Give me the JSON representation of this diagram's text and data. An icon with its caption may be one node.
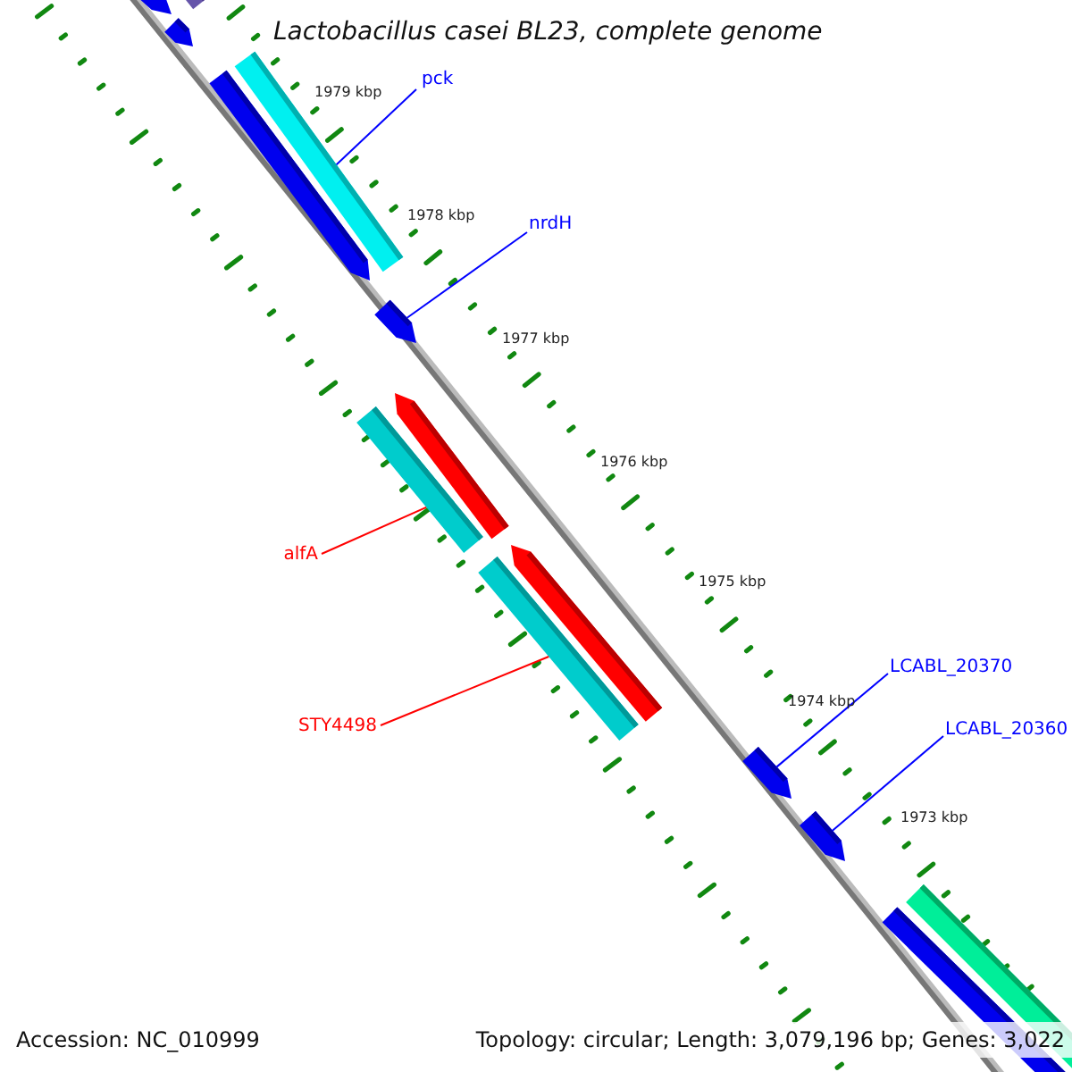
{
  "diagram": {
    "title": "Lactobacillus casei BL23, complete genome",
    "nodes": [
      {
        "text": [
          "pck"
        ]
      },
      {
        "text": [],
        "shape": "bar"
      },
      {
        "text": [
          "nrdH"
        ]
      },
      {
        "text": [],
        "shape": "arrow"
      },
      {
        "text": [
          "alfA"
        ]
      },
      {
        "text": [],
        "shape": "bar"
      },
      {
        "text": [
          "STY4498"
        ]
      },
      {
        "text": [],
        "shape": "bar"
      },
      {
        "text": [
          "LCABL_20370"
        ]
      },
      {
        "text": [],
        "shape": "arrow"
      },
      {
        "text": [
          "LCABL_20360"
        ]
      },
      {
        "text": [],
        "shape": "arrow"
      },
      {
        "text": [],
        "shape": "arrow"
      },
      {
        "text": [],
        "shape": "bar"
      },
      {
        "text": [],
        "shape": "arrow"
      },
      {
        "text": [],
        "shape": "arrow"
      },
      {
        "text": [],
        "shape": "arrow"
      },
      {
        "text": [],
        "shape": "arrow"
      },
      {
        "text": [],
        "shape": "bar"
      },
      {
        "text": [],
        "shape": "bar"
      }
    ],
    "edges": [
      {
        "from": 0,
        "to": 1,
        "arrow": "none"
      },
      {
        "from": 2,
        "to": 3,
        "arrow": "none"
      },
      {
        "from": 4,
        "to": 5,
        "arrow": "none",
        "color": "#ff0000"
      },
      {
        "from": 6,
        "to": 7,
        "arrow": "none",
        "color": "#ff0000"
      },
      {
        "from": 8,
        "to": 9,
        "arrow": "none"
      },
      {
        "from": 10,
        "to": 11,
        "arrow": "none"
      }
    ],
    "labels": [
      "1979 kbp",
      "1978 kbp",
      "1977 kbp",
      "1976 kbp",
      "1975 kbp",
      "1974 kbp",
      "1973 kbp",
      "Accession: NC_010999",
      "Topology: circular; Length: 3,079,196 bp; Genes: 3,022"
    ]
  }
}
